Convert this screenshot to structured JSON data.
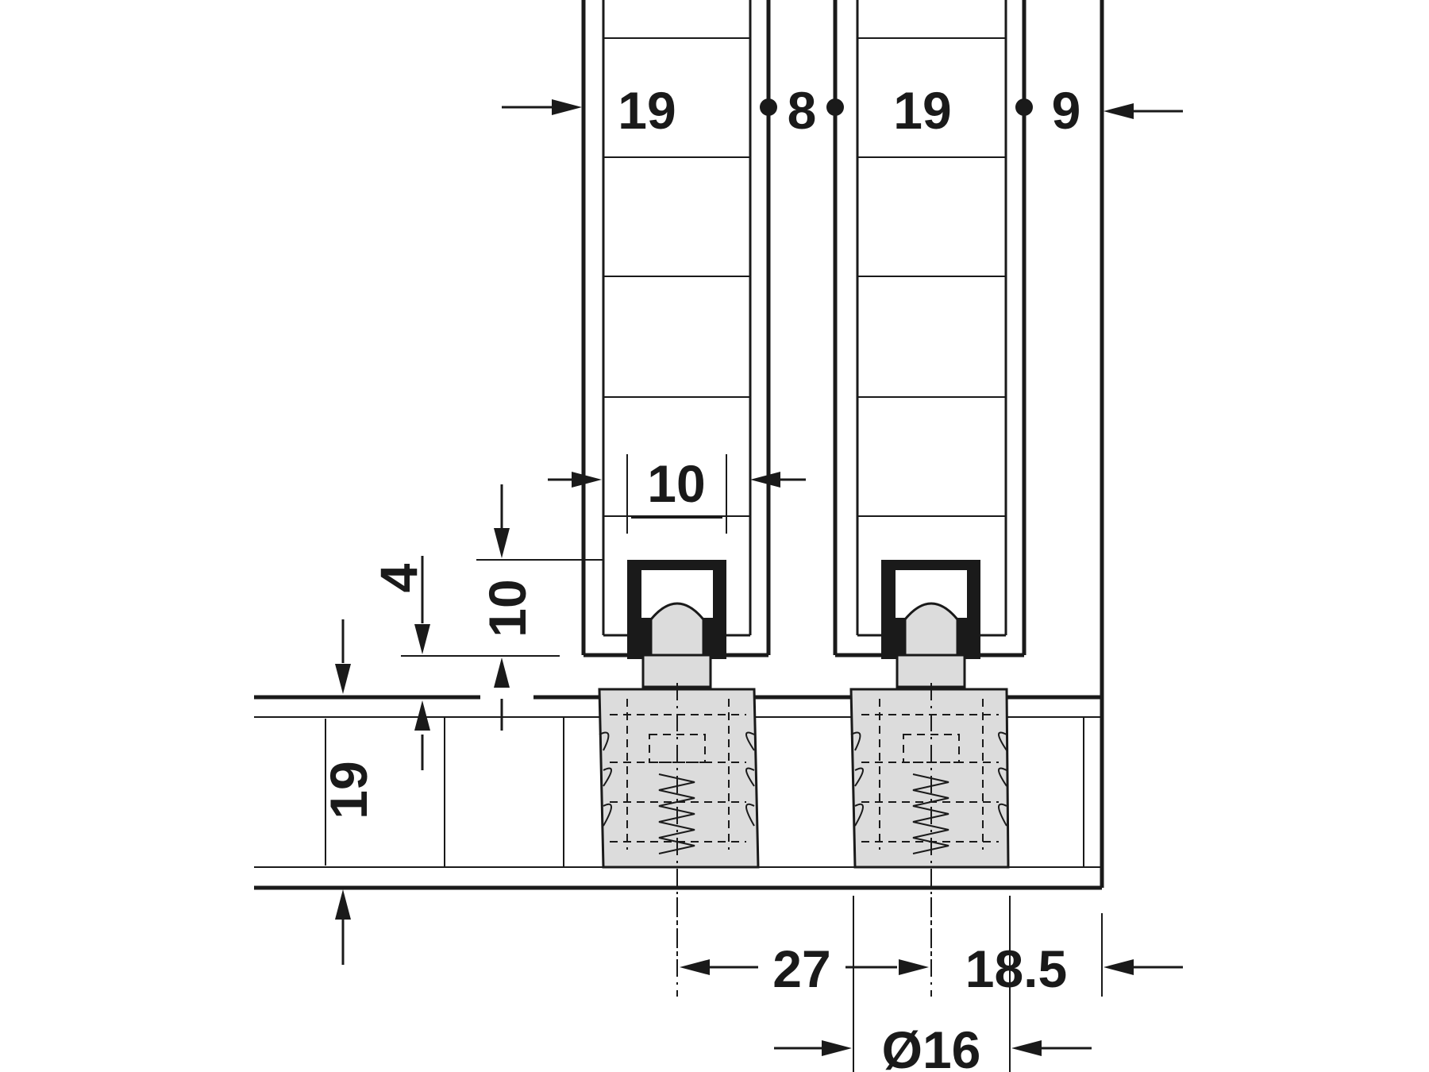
{
  "diagram": {
    "kind": "technical dimension drawing",
    "colors": {
      "line": "#1a1a1a",
      "fitting_fill": "#dcdcdc",
      "background": "#ffffff"
    },
    "dimensions": {
      "top_left_width": "19",
      "gap_between": "8",
      "top_right_width": "19",
      "right_offset": "9",
      "inner_width": "10",
      "top_vertical_4": "4",
      "vertical_10": "10",
      "panel_thickness": "19",
      "center_distance": "27",
      "edge_distance": "18.5",
      "diameter": "Ø16"
    }
  }
}
